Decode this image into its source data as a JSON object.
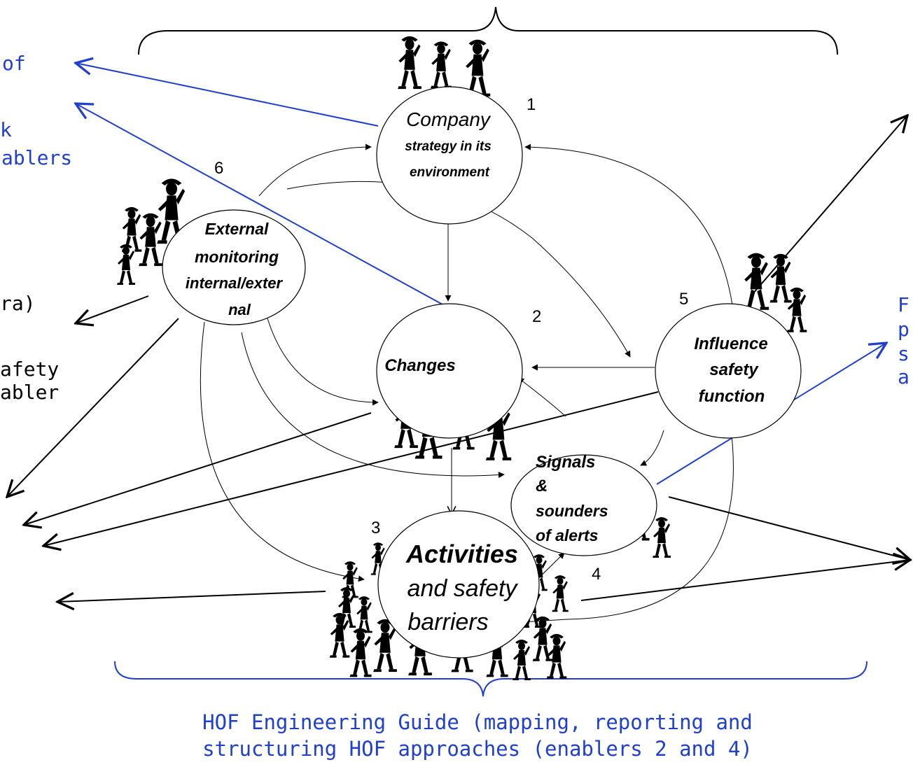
{
  "colors": {
    "blue": "#1f3fd0",
    "black": "#000000"
  },
  "nodes": {
    "company": {
      "number": "1",
      "line1": "Company",
      "line2": "strategy in its",
      "line3": "environment"
    },
    "changes": {
      "number": "2",
      "label": "Changes"
    },
    "activities": {
      "number": "3",
      "line1": "Activities",
      "line2": "and safety",
      "line3": "barriers"
    },
    "signals": {
      "number": "4",
      "line1": "Signals",
      "line2": "&",
      "line3": "sounders",
      "line4": "of alerts"
    },
    "influence": {
      "number": "5",
      "line1": "Influence",
      "line2": "safety",
      "line3": "function"
    },
    "external": {
      "number": "6",
      "line1": "External",
      "line2": "monitoring",
      "line3": "internal/exter",
      "line4": "nal"
    }
  },
  "left_text": {
    "blue_line1": "of",
    "blue_line2": "k",
    "blue_line3": "ablers",
    "black_line1": "ra)",
    "black_line2": "afety",
    "black_line3": "abler"
  },
  "right_text": {
    "line1": "F",
    "line2": "p",
    "line3": "s",
    "line4": "a"
  },
  "bottom_caption": {
    "line1": "HOF Engineering Guide (mapping, reporting and",
    "line2": "structuring HOF approaches (enablers 2 and 4)"
  }
}
